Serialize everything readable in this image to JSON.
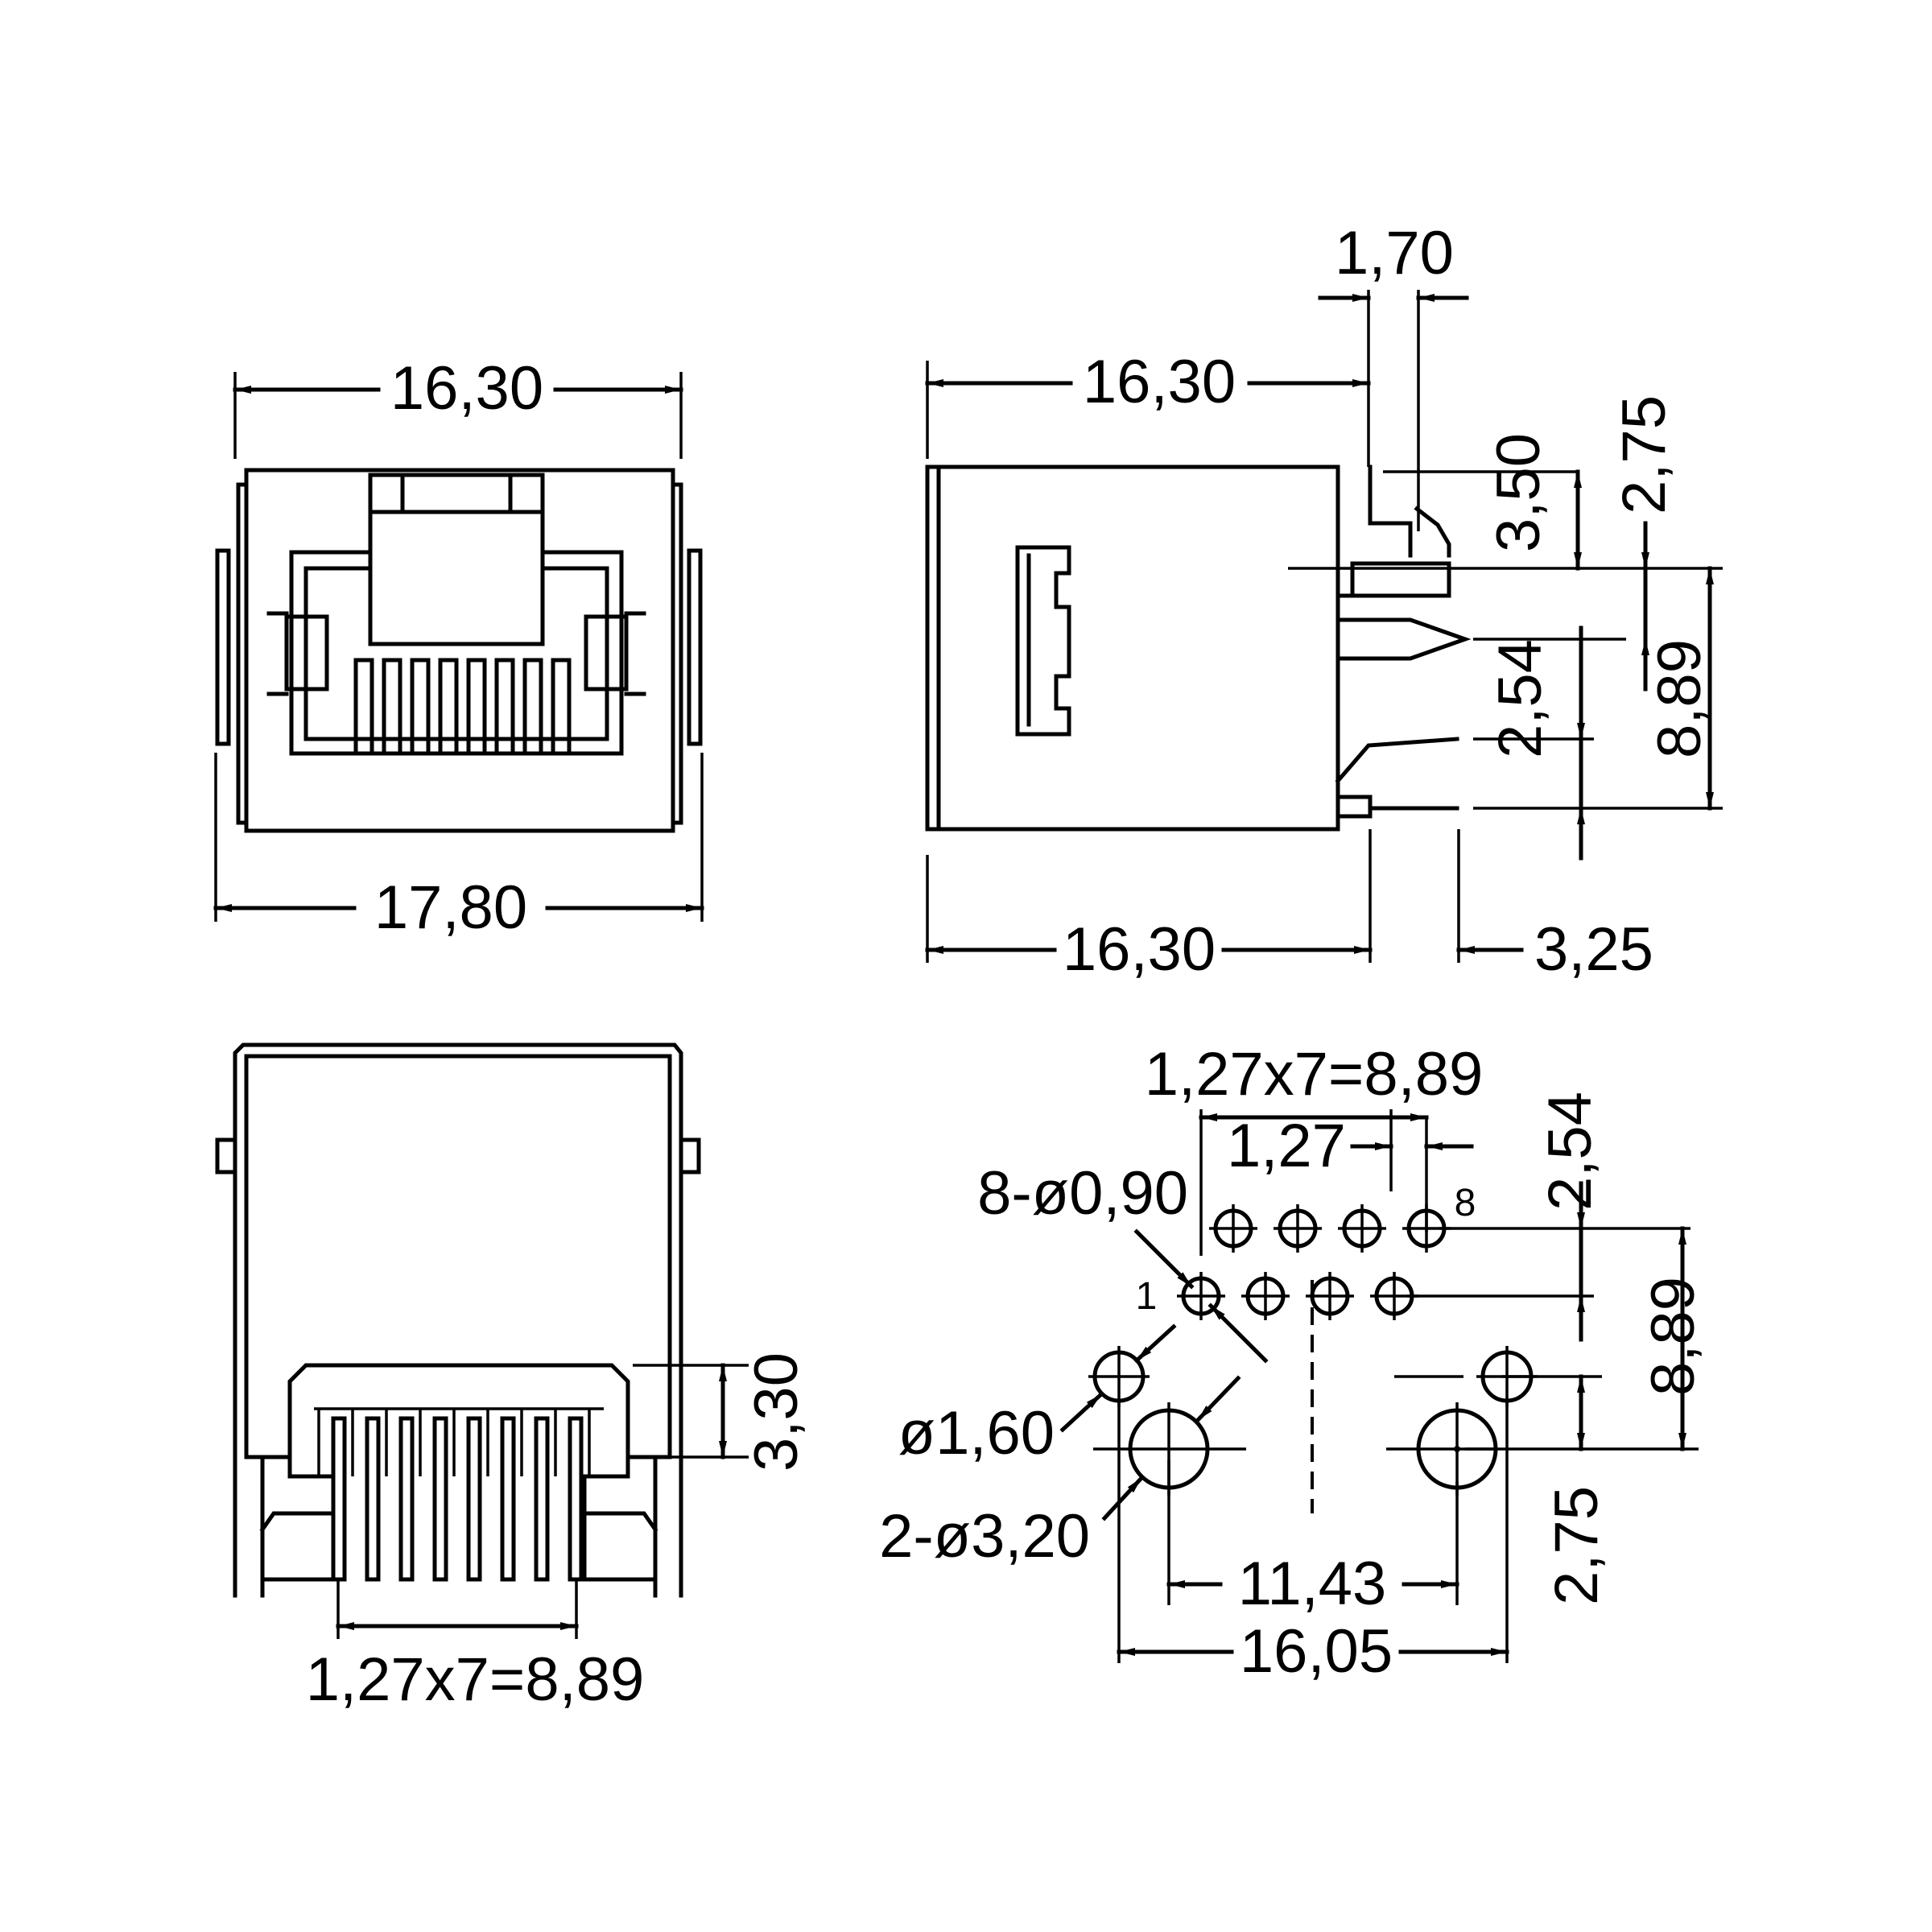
{
  "views": {
    "front": {
      "width_top": "16,30",
      "width_bottom": "17,80"
    },
    "side": {
      "pin_width": "1,70",
      "depth_top": "16,30",
      "depth_bottom": "16,30",
      "pin_offset": "3,25",
      "height_350": "3,50",
      "height_275": "2,75",
      "pitch_254": "2,54",
      "height_889": "8,89"
    },
    "rear": {
      "height_330": "3,30",
      "contact_span": "1,27x7=8,89"
    },
    "footprint": {
      "pin_span": "1,27x7=8,89",
      "pitch": "1,27",
      "row_spacing": "2,54",
      "hole_count": "8-ø0,90",
      "pin_1": "1",
      "pin_8": "8",
      "height_889": "8,89",
      "small_hole": "ø1,60",
      "mount_hole": "2-ø3,20",
      "offset_275": "2,75",
      "mount_span": "11,43",
      "outer_span": "16,05"
    }
  }
}
